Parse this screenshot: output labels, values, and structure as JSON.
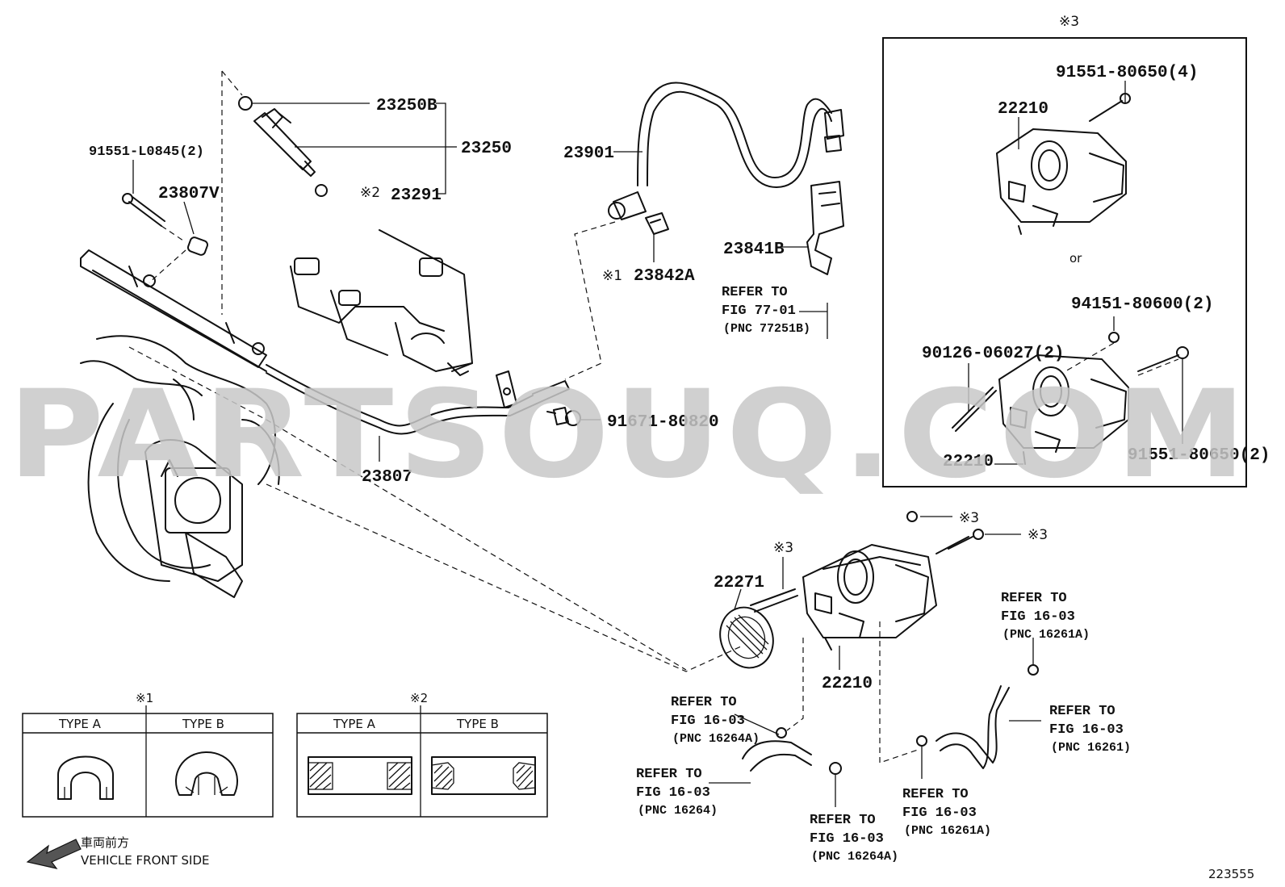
{
  "diagram": {
    "watermark": "PARTSOUQ.COM",
    "figure_number": "223555",
    "parts": {
      "p23250B": "23250B",
      "p23250": "23250",
      "p23291": "23291",
      "p23291_mark": "※2",
      "p91551_L0845": "91551-L0845(2)",
      "p23807V": "23807V",
      "p23901": "23901",
      "p23841B": "23841B",
      "p23842A": "23842A",
      "p23842A_mark": "※1",
      "p91671": "91671-80820",
      "p23807": "23807",
      "p22271": "22271",
      "p22271_mark": "※3",
      "p22210_main": "22210",
      "nut_mark": "※3",
      "bolt_mark": "※3"
    },
    "inset": {
      "mark": "※3",
      "top_bolt": "91551-80650(4)",
      "top_body": "22210",
      "or_text": "or",
      "nut": "94151-80600(2)",
      "stud": "90126-06027(2)",
      "bottom_bolt": "91551-80650(2)",
      "bottom_body": "22210"
    },
    "refers": [
      {
        "line1": "REFER TO",
        "line2": "FIG 77-01",
        "line3": "(PNC 77251B)"
      },
      {
        "line1": "REFER TO",
        "line2": "FIG 16-03",
        "line3": "(PNC 16261A)"
      },
      {
        "line1": "REFER TO",
        "line2": "FIG 16-03",
        "line3": "(PNC 16264A)"
      },
      {
        "line1": "REFER TO",
        "line2": "FIG 16-03",
        "line3": "(PNC 16261)"
      },
      {
        "line1": "REFER TO",
        "line2": "FIG 16-03",
        "line3": "(PNC 16264)"
      },
      {
        "line1": "REFER TO",
        "line2": "FIG 16-03",
        "line3": "(PNC 16264A)"
      },
      {
        "line1": "REFER TO",
        "line2": "FIG 16-03",
        "line3": "(PNC 16261A)"
      }
    ],
    "legend1": {
      "mark": "※1",
      "type_a": "TYPE A",
      "type_b": "TYPE B"
    },
    "legend2": {
      "mark": "※2",
      "type_a": "TYPE A",
      "type_b": "TYPE B"
    },
    "direction": {
      "jp": "車両前方",
      "en": "VEHICLE FRONT SIDE"
    }
  }
}
